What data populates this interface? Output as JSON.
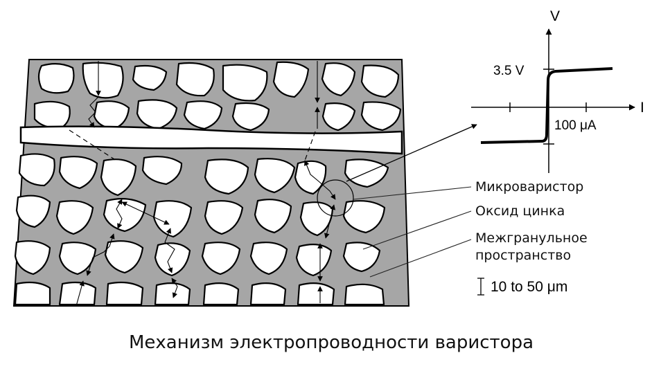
{
  "graph": {
    "v_axis_label": "V",
    "i_axis_label": "I",
    "voltage_tick_label": "3.5 V",
    "current_tick_label": "100 μA"
  },
  "labels": {
    "microvaristor": "Микроваристор",
    "zinc_oxide": "Оксид цинка",
    "intergranular_line1": "Межгранульное",
    "intergranular_line2": "пространство",
    "scale": "10 to 50 μm"
  },
  "caption": "Механизм электропроводности варистора",
  "colors": {
    "intergranular_fill": "#a6a6a6",
    "grain_fill": "#ffffff",
    "outline": "#000000"
  }
}
